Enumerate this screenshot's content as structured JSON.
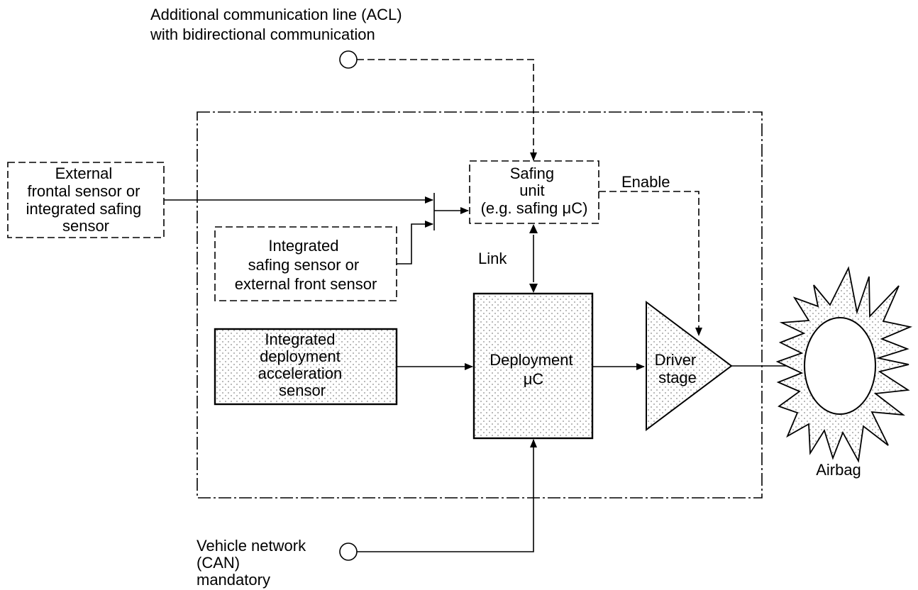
{
  "acl_label": [
    "Additional communication line (ACL)",
    "with bidirectional communication"
  ],
  "external_sensor": [
    "External",
    "frontal sensor or",
    "integrated safing",
    "sensor"
  ],
  "integrated_safing_sensor": [
    "Integrated",
    "safing sensor or",
    "external front sensor"
  ],
  "safing_unit": [
    "Safing",
    "unit",
    "(e.g. safing μC)"
  ],
  "enable_label": "Enable",
  "link_label": "Link",
  "deployment_sensor": [
    "Integrated",
    "deployment",
    "acceleration",
    "sensor"
  ],
  "deployment_uc": [
    "Deployment",
    "μC"
  ],
  "driver_stage": [
    "Driver",
    "stage"
  ],
  "airbag_label": "Airbag",
  "vehicle_network": [
    "Vehicle network",
    "(CAN)",
    "mandatory"
  ],
  "colors": {
    "stroke": "#000000",
    "background": "#ffffff",
    "stipple": "#8a8a8a"
  }
}
